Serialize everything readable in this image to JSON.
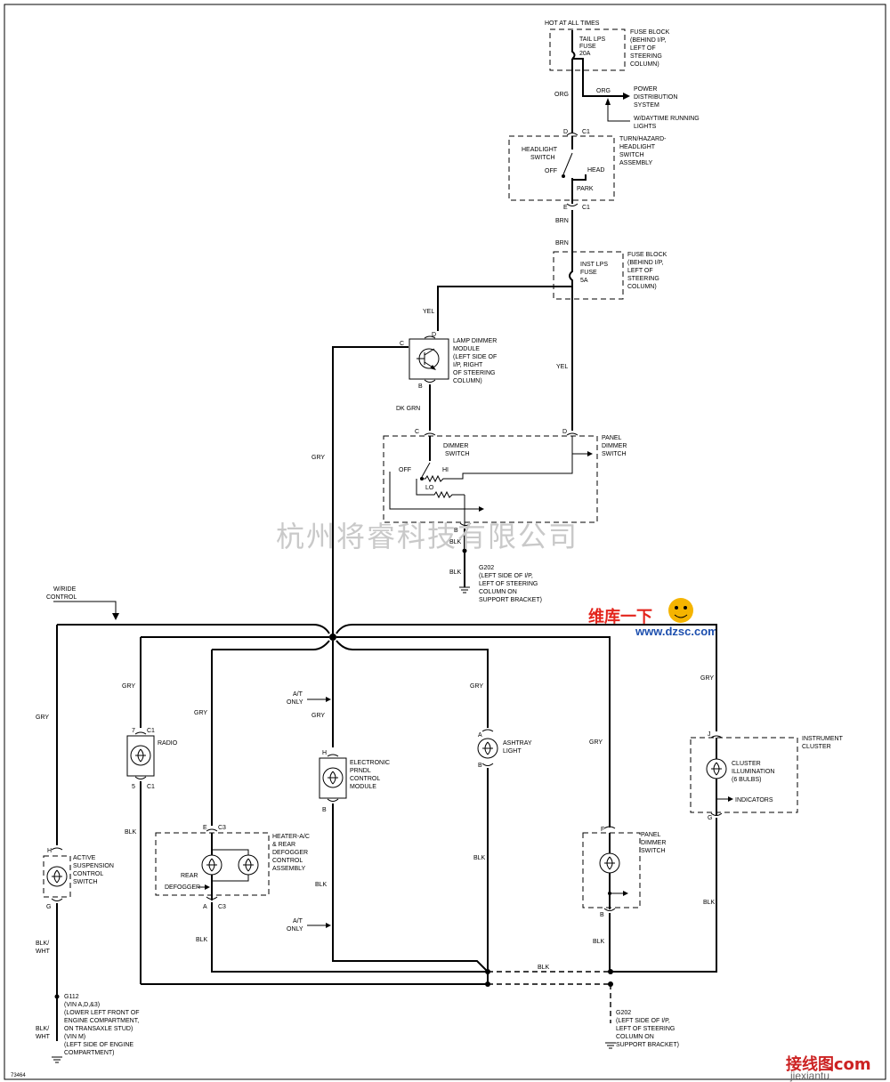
{
  "header_label": "HOT AT ALL TIMES",
  "fuse_block_top": {
    "fuse_label": [
      "TAIL LPS",
      "FUSE",
      "20A"
    ],
    "block_label": [
      "FUSE BLOCK",
      "(BEHIND I/P,",
      "LEFT OF",
      "STEERING",
      "COLUMN)"
    ]
  },
  "power_distribution": {
    "wire": "ORG",
    "wire_branch": "ORG",
    "label": [
      "POWER",
      "DISTRIBUTION",
      "SYSTEM"
    ],
    "drl_label": [
      "W/DAYTIME RUNNING",
      "LIGHTS"
    ]
  },
  "headlight_switch": {
    "pin_top": "D",
    "conn_top": "C1",
    "pin_bottom": "E",
    "conn_bottom": "C1",
    "switch_label": [
      "HEADLIGHT",
      "SWITCH"
    ],
    "off": "OFF",
    "head": "HEAD",
    "park": "PARK",
    "assembly_label": [
      "TURN/HAZARD-",
      "HEADLIGHT",
      "SWITCH",
      "ASSEMBLY"
    ]
  },
  "wire_brn_1": "BRN",
  "wire_brn_2": "BRN",
  "fuse_block_2": {
    "fuse_label": [
      "INST LPS",
      "FUSE",
      "5A"
    ],
    "block_label": [
      "FUSE BLOCK",
      "(BEHIND I/P,",
      "LEFT OF",
      "STEERING",
      "COLUMN)"
    ]
  },
  "wire_yel_1": "YEL",
  "wire_yel_2": "YEL",
  "lamp_dimmer": {
    "pin_d": "D",
    "pin_c": "C",
    "pin_b": "B",
    "label": [
      "LAMP DIMMER",
      "MODULE",
      "(LEFT SIDE OF",
      "I/P, RIGHT",
      "OF STEERING",
      "COLUMN)"
    ]
  },
  "wire_dk_grn": "DK GRN",
  "panel_dimmer_top": {
    "pin_c": "C",
    "pin_d": "D",
    "pin_b": "B",
    "switch_label": [
      "DIMMER",
      "SWITCH"
    ],
    "off": "OFF",
    "hi": "HI",
    "lo": "LO",
    "box_label": [
      "PANEL",
      "DIMMER",
      "SWITCH"
    ]
  },
  "wire_blk_a": "BLK",
  "wire_blk_b": "BLK",
  "ground_g202_top": [
    "G202",
    "(LEFT SIDE OF I/P,",
    "LEFT OF STEERING",
    "COLUMN ON",
    "SUPPORT BRACKET)"
  ],
  "wire_gry_main": "GRY",
  "watermark": "杭州将睿科技有限公司",
  "wiride_control": [
    "W/RIDE",
    "CONTROL"
  ],
  "logo": {
    "line1": "维库一下",
    "line2": "www.dzsc.com"
  },
  "wire_gry_left": "GRY",
  "wire_gry_radio": "GRY",
  "wire_gry_heater": "GRY",
  "wire_gry_ecm": "GRY",
  "wire_gry_ashtray": "GRY",
  "wire_gry_panel": "GRY",
  "wire_gry_cluster": "GRY",
  "at_only_1": [
    "A/T",
    "ONLY"
  ],
  "at_only_2": [
    "A/T",
    "ONLY"
  ],
  "radio": {
    "pin_top": "7",
    "conn_top": "C1",
    "pin_bottom": "5",
    "conn_bottom": "C1",
    "label": "RADIO"
  },
  "ecm": {
    "pin_top": "H",
    "pin_bottom": "B",
    "label": [
      "ELECTRONIC",
      "PRNDL",
      "CONTROL",
      "MODULE"
    ]
  },
  "ashtray": {
    "pin_top": "A",
    "pin_bottom": "B",
    "label": [
      "ASHTRAY",
      "LIGHT"
    ]
  },
  "cluster": {
    "pin_top": "J",
    "pin_bottom": "G",
    "label": [
      "CLUSTER",
      "ILLUMINATION",
      "(6 BULBS)"
    ],
    "indicators": "INDICATORS",
    "box_label": [
      "INSTRUMENT",
      "CLUSTER"
    ]
  },
  "active_susp": {
    "pin_top": "H",
    "pin_bottom": "G",
    "label": [
      "ACTIVE",
      "SUSPENSION",
      "CONTROL",
      "SWITCH"
    ]
  },
  "heater": {
    "pin_top": "E",
    "conn_top": "C3",
    "pin_bottom": "A",
    "conn_bottom": "C3",
    "rear": [
      "REAR",
      "DEFOGGER"
    ],
    "label": [
      "HEATER-A/C",
      "& REAR",
      "DEFOGGER",
      "CONTROL",
      "ASSEMBLY"
    ]
  },
  "panel_dimmer_bottom": {
    "pin_top": "F",
    "pin_bottom": "B",
    "label": [
      "PANEL",
      "DIMMER",
      "SWITCH"
    ]
  },
  "wire_blk_radio": "BLK",
  "wire_blk_heater": "BLK",
  "wire_blk_ecm": "BLK",
  "wire_blk_ashtray": "BLK",
  "wire_blk_panel": "BLK",
  "wire_blk_cluster": "BLK",
  "wire_blk_bottom": "BLK",
  "wire_blk_wht_1": [
    "BLK/",
    "WHT"
  ],
  "wire_blk_wht_2": [
    "BLK/",
    "WHT"
  ],
  "ground_g112": [
    "G112",
    "(VIN A,D,&3)",
    "(LOWER LEFT FRONT OF",
    "ENGINE COMPARTMENT,",
    "ON TRANSAXLE STUD)",
    "(VIN M)",
    "(LEFT SIDE OF ENGINE",
    "COMPARTMENT)"
  ],
  "ground_g202_bottom": [
    "G202",
    "(LEFT SIDE OF I/P,",
    "LEFT OF STEERING",
    "COLUMN ON",
    "SUPPORT BRACKET)"
  ],
  "doc_id": "73464",
  "site_logo": {
    "cn": "接线图",
    "dot": ".com",
    "url": "jiexiantu"
  }
}
